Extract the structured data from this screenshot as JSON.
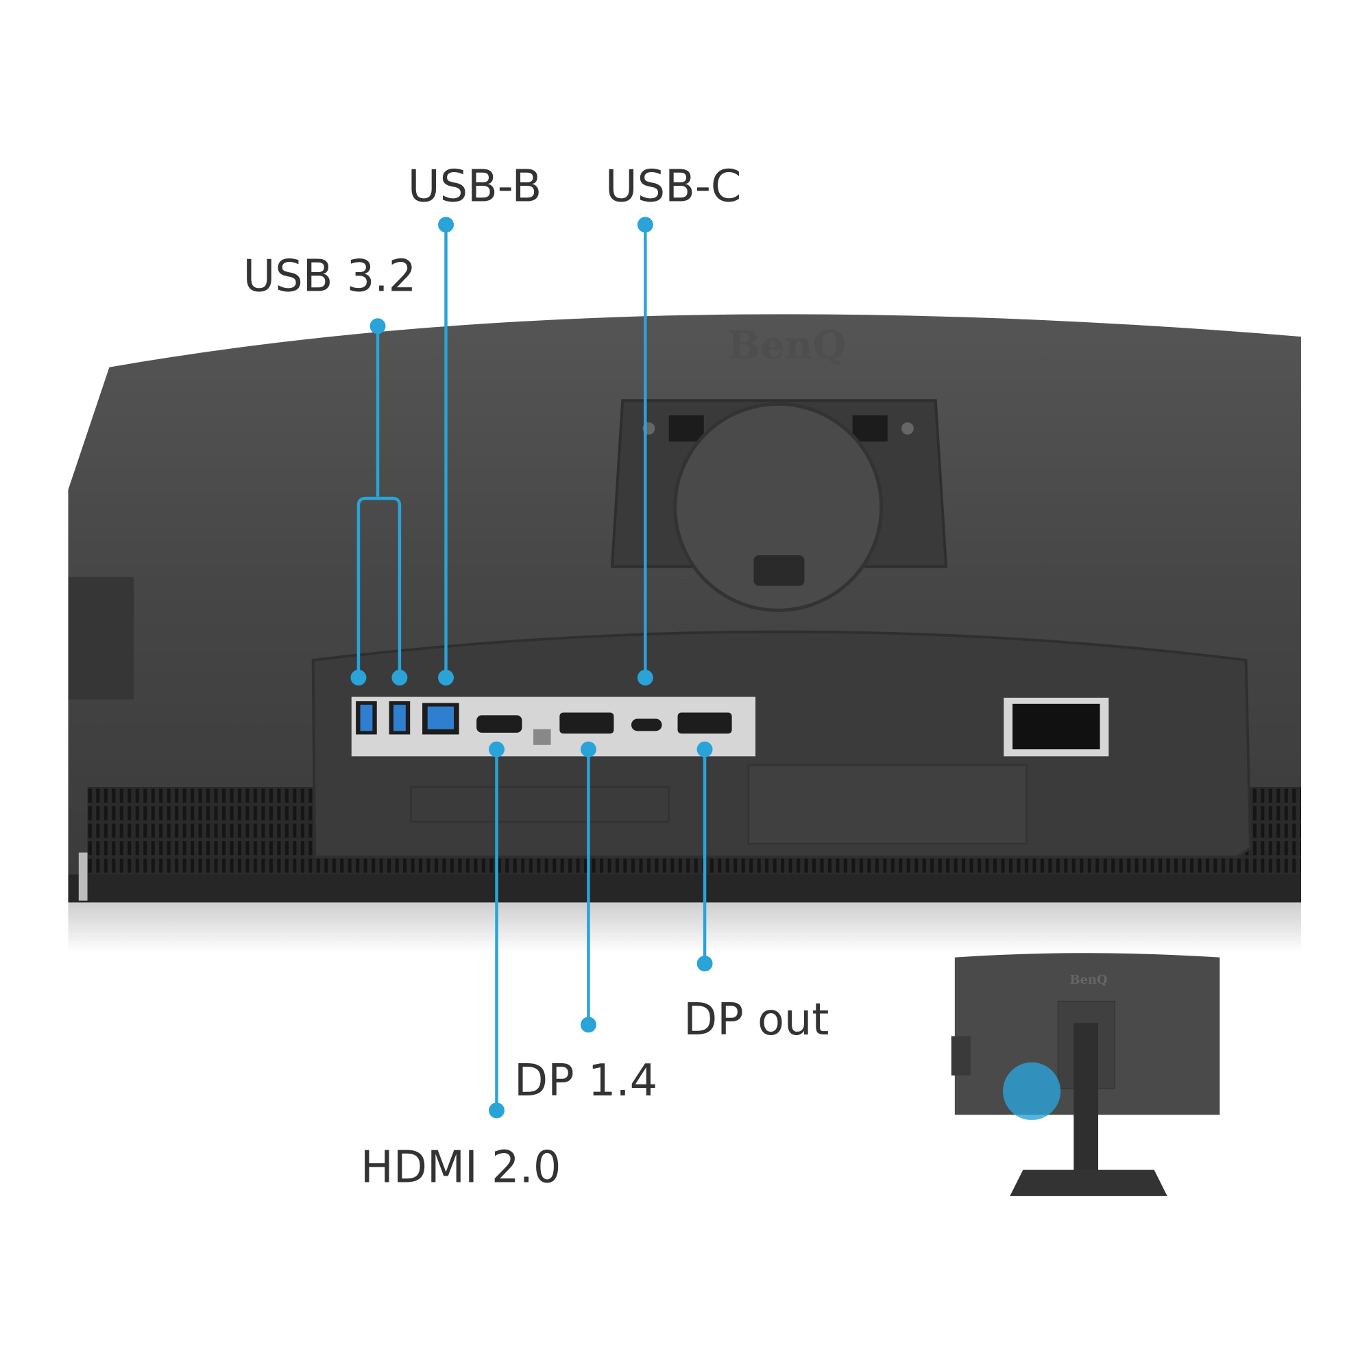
{
  "brand": {
    "logo": "BenQ",
    "inset_logo": "BenQ"
  },
  "callouts": {
    "usb32": "USB 3.2",
    "usbb": "USB-B",
    "usbc": "USB-C",
    "hdmi": "HDMI 2.0",
    "dp14": "DP 1.4",
    "dpout": "DP out"
  },
  "colors": {
    "accent": "#2aa3d8",
    "body": "#3f3f3f",
    "port_plate": "#d6d6d6",
    "usb_blue": "#2f7fd0"
  }
}
